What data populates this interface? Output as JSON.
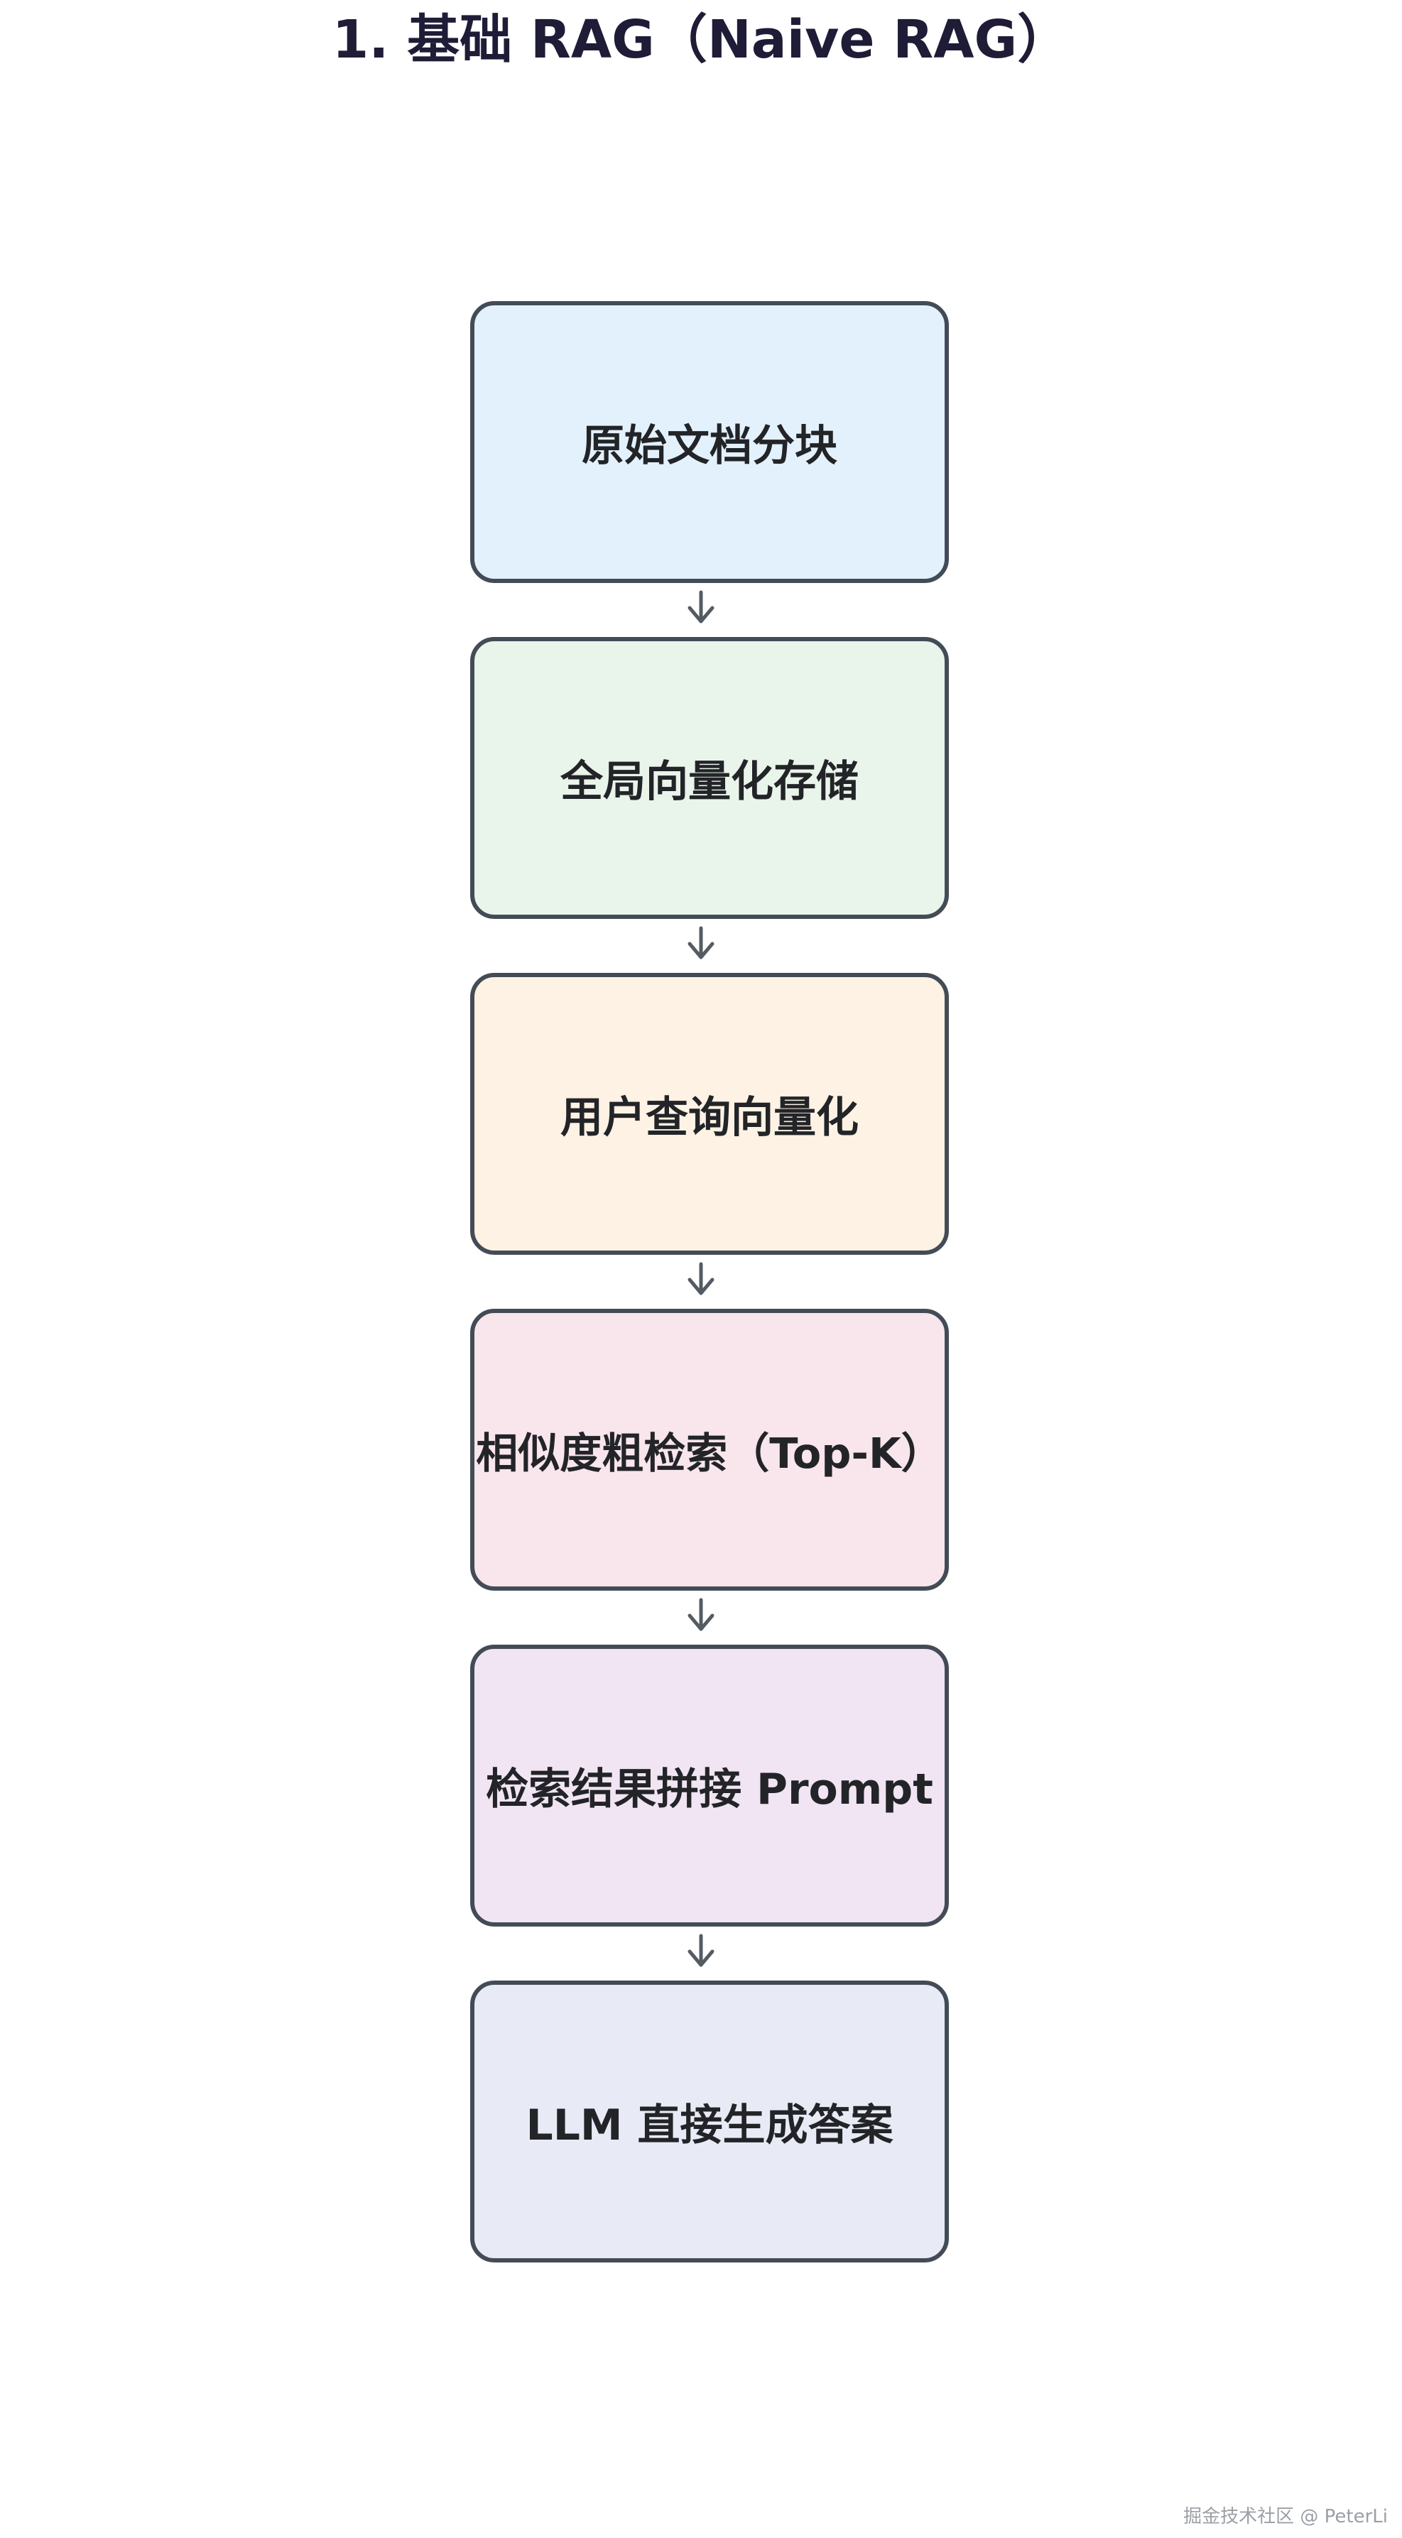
{
  "title": "1. 基础 RAG（Naive RAG）",
  "steps": [
    {
      "label": "原始文档分块",
      "color": "#e3f1fc"
    },
    {
      "label": "全局向量化存储",
      "color": "#e9f4ea"
    },
    {
      "label": "用户查询向量化",
      "color": "#fdf2e3"
    },
    {
      "label": "相似度粗检索（Top-K）",
      "color": "#f9e5ec"
    },
    {
      "label": "检索结果拼接 Prompt",
      "color": "#f1e5f3"
    },
    {
      "label": "LLM 直接生成答案",
      "color": "#e8ebf5"
    }
  ],
  "colors": {
    "border": "#434c56",
    "arrow": "#545b63",
    "title": "#1e1c36"
  },
  "watermark": "掘金技术社区 @ PeterLi"
}
